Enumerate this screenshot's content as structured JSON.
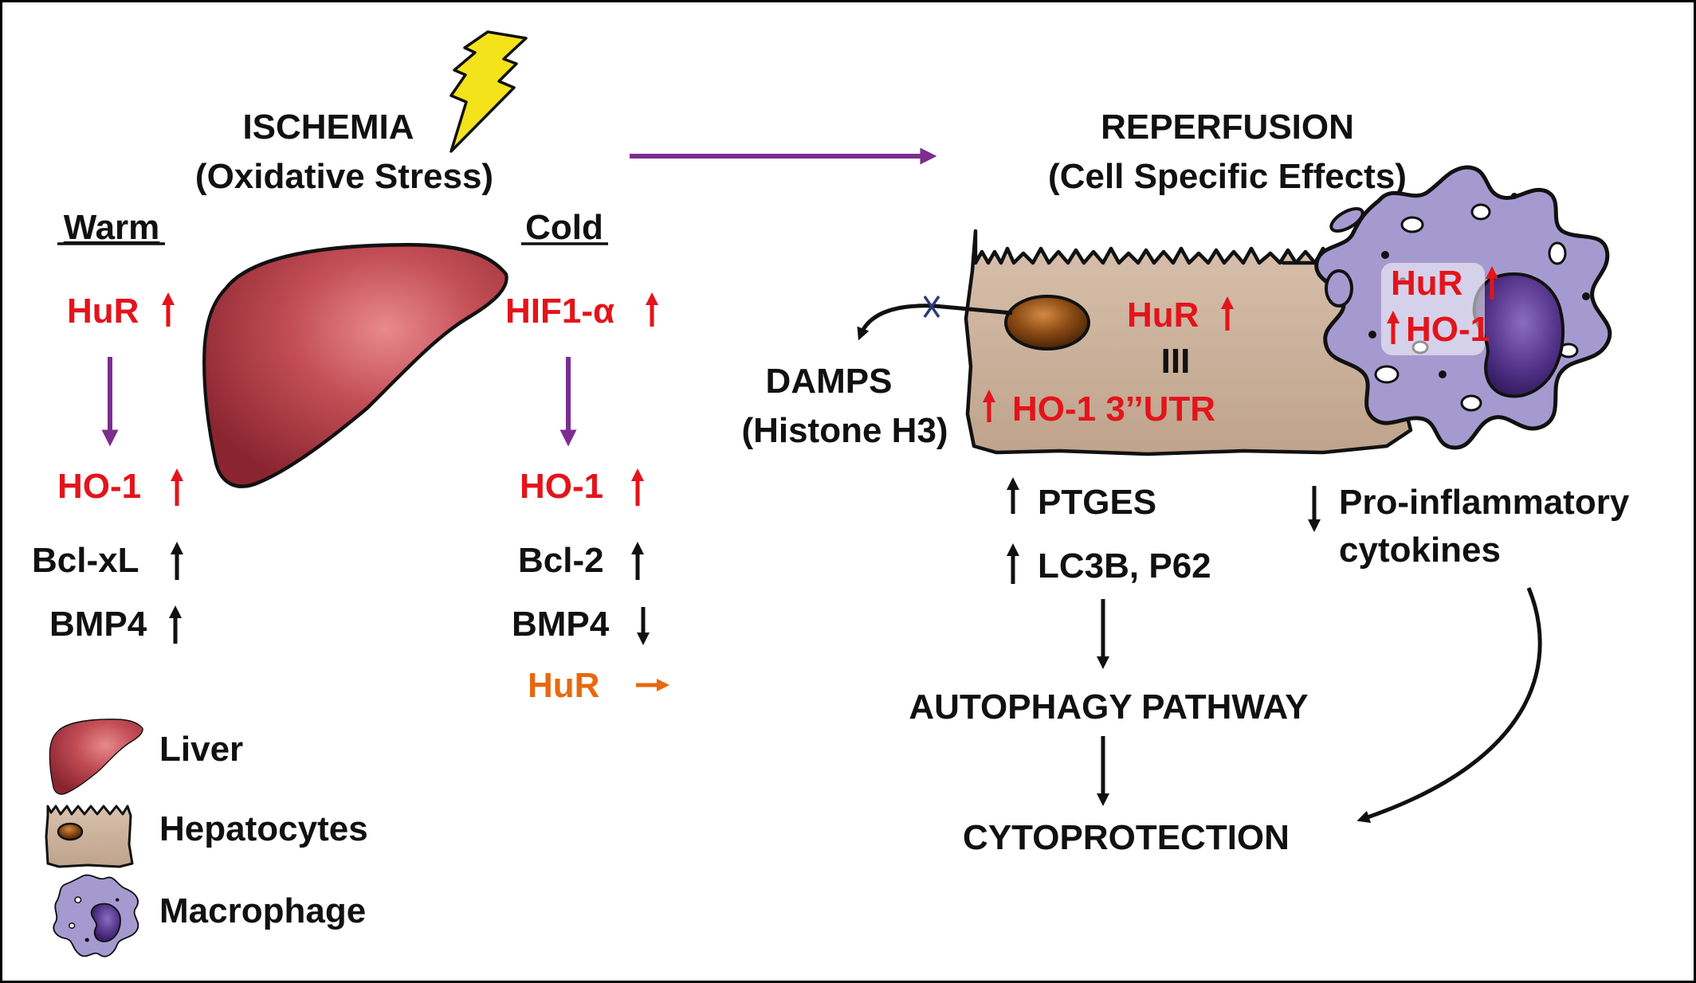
{
  "colors": {
    "red": "#e3141b",
    "purple": "#7d2d8f",
    "orange": "#e8680f",
    "black": "#111111",
    "liver": "#b8434a",
    "hepatocyte": "#cbb19d",
    "nucleus": "#7a3e12",
    "macrophage": "#a59ad0",
    "macrophage_nucleus": "#4a2f7d",
    "lightning": "#f4e21b"
  },
  "ischemia": {
    "title": "ISCHEMIA",
    "subtitle": "(Oxidative Stress)",
    "icon": "lightning-bolt-icon"
  },
  "reperfusion": {
    "title": "REPERFUSION",
    "subtitle": "(Cell Specific Effects)"
  },
  "warm": {
    "heading": "Warm",
    "hur": "HuR",
    "ho1": "HO-1",
    "bclxl": "Bcl-xL",
    "bmp4": "BMP4"
  },
  "cold": {
    "heading": "Cold",
    "hif1a": "HIF1-α",
    "ho1": "HO-1",
    "bcl2": "Bcl-2",
    "bmp4": "BMP4",
    "hur": "HuR"
  },
  "hepatocyte_panel": {
    "hur": "HuR",
    "binding": "III",
    "ho1_utr": "HO-1 3’’UTR",
    "damps": "DAMPS",
    "histone": "(Histone H3)",
    "ptges": "PTGES",
    "lc3b": "LC3B, P62",
    "autophagy": "AUTOPHAGY PATHWAY",
    "cytoprotection": "CYTOPROTECTION"
  },
  "macrophage_panel": {
    "hur": "HuR",
    "ho1": "HO-1",
    "cytokines_line1": "Pro-inflammatory",
    "cytokines_line2": "cytokines"
  },
  "legend": {
    "items": [
      {
        "icon": "liver-icon",
        "label": "Liver"
      },
      {
        "icon": "hepatocyte-icon",
        "label": "Hepatocytes"
      },
      {
        "icon": "macrophage-icon",
        "label": "Macrophage"
      }
    ]
  }
}
